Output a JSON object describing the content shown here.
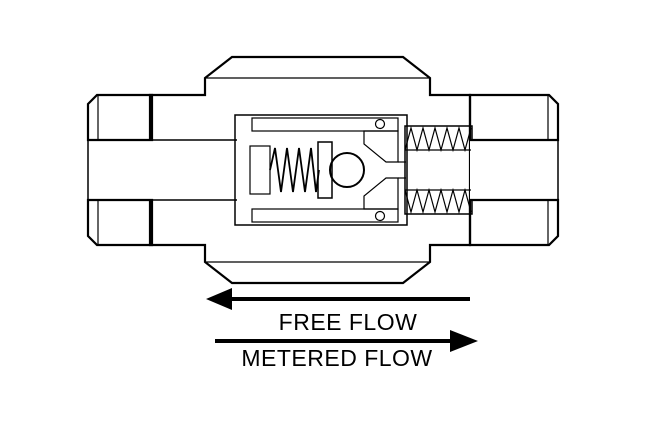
{
  "diagram": {
    "component": "flow-control-check-valve-cross-section",
    "flow_annotations": [
      {
        "label": "FREE FLOW",
        "direction": "left"
      },
      {
        "label": "METERED FLOW",
        "direction": "right"
      }
    ],
    "parts": {
      "left_port": "male-threaded-port",
      "right_port": "male-threaded-port",
      "body": "hex-body-sectioned",
      "internals": [
        "spring",
        "check-ball",
        "poppet",
        "valve-seat",
        "threaded-insert"
      ]
    },
    "colors": {
      "line": "#000000",
      "background": "#ffffff"
    }
  }
}
